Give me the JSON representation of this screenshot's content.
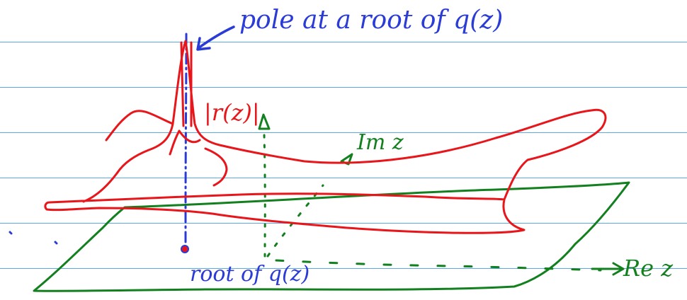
{
  "colors": {
    "rule": "#5aa9e6",
    "pole_axis": "#2a3bd6",
    "surface": "#e8161b",
    "plane": "#13801f",
    "annotation_blue": "#2a3bd6",
    "annotation_red": "#e8161b",
    "annotation_green": "#13801f"
  },
  "annotations": {
    "pole_label": "pole at a root of q(z)",
    "modulus_label": "|r(z)|",
    "im_axis_label": "Im z",
    "re_axis_label": "Re z",
    "root_label": "root of q(z)"
  }
}
